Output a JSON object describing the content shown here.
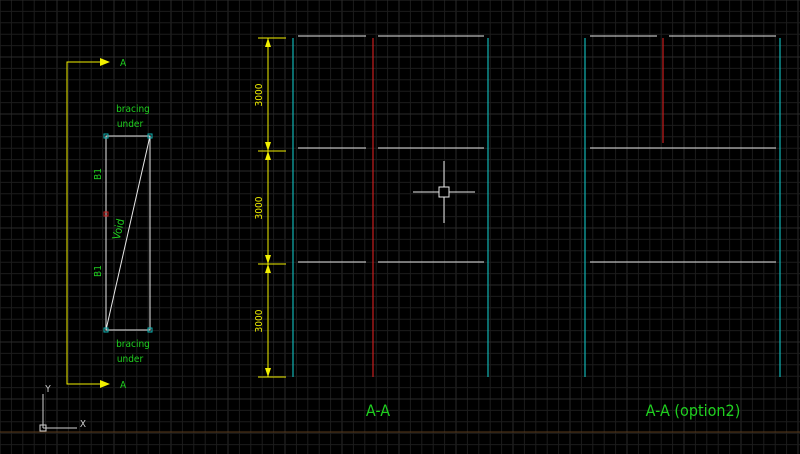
{
  "colors": {
    "background": "#000000",
    "grid_minor": "#1c1c1c",
    "grid_major": "#2a2a2a",
    "plan_line": "#b4b4b4",
    "yellow": "#f2f000",
    "green": "#1fcf1f",
    "cyan": "#10b4b4",
    "red": "#c81e1e",
    "white": "#e8e8e8",
    "ucs_gray": "#cfcfcf",
    "baseline": "#5a3a1a"
  },
  "plan": {
    "section_marker_top": "A",
    "section_marker_bottom": "A",
    "label_top_line1": "bracing",
    "label_top_line2": "under",
    "label_bottom_line1": "bracing",
    "label_bottom_line2": "under",
    "beam_upper": "B1",
    "beam_lower": "B1",
    "void_label": "Void"
  },
  "elevation": {
    "dimensions": [
      "3000",
      "3000",
      "3000"
    ],
    "title": "A-A"
  },
  "elevation2": {
    "title": "A-A (option2)"
  },
  "ucs": {
    "y_label": "Y",
    "x_label": "X"
  },
  "cursor": {
    "icon": "crosshair-pickbox-icon"
  }
}
